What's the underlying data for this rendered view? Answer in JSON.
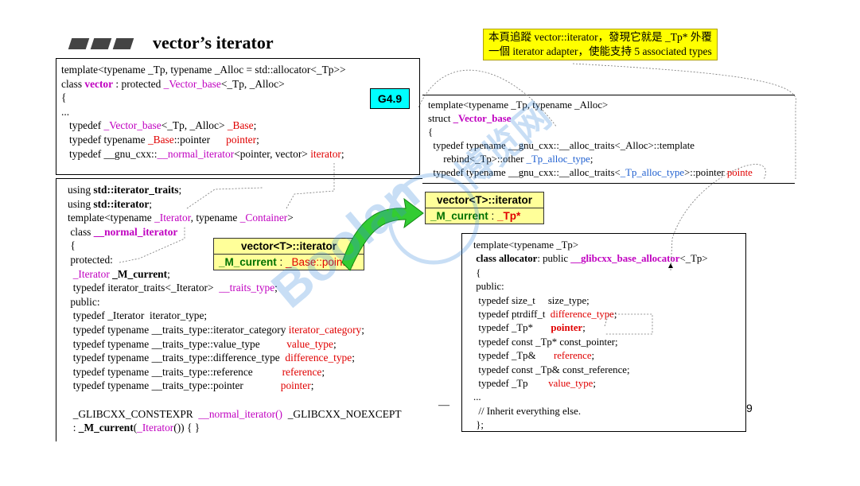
{
  "title": "vector’s iterator",
  "note_lines": [
    "本頁追蹤 vector::iterator，發現它就是 _Tp* 外覆",
    "一個 iterator adapter，使能支持 5 associated types"
  ],
  "badge": "G4.9",
  "vbox1": {
    "head": "vector<T>::iterator",
    "body_name": "_M_current",
    "body_sep": " : ",
    "body_type": "_Base::pointer"
  },
  "vbox2": {
    "head": "vector<T>::iterator",
    "body_name": "_M_current",
    "body_sep": " : ",
    "body_type": "_Tp*"
  },
  "page_number": "9",
  "watermark": {
    "main": "Boolan",
    "sub": "博览网"
  },
  "ellipsis_dash": "—",
  "arrow_color": "#33cc33"
}
